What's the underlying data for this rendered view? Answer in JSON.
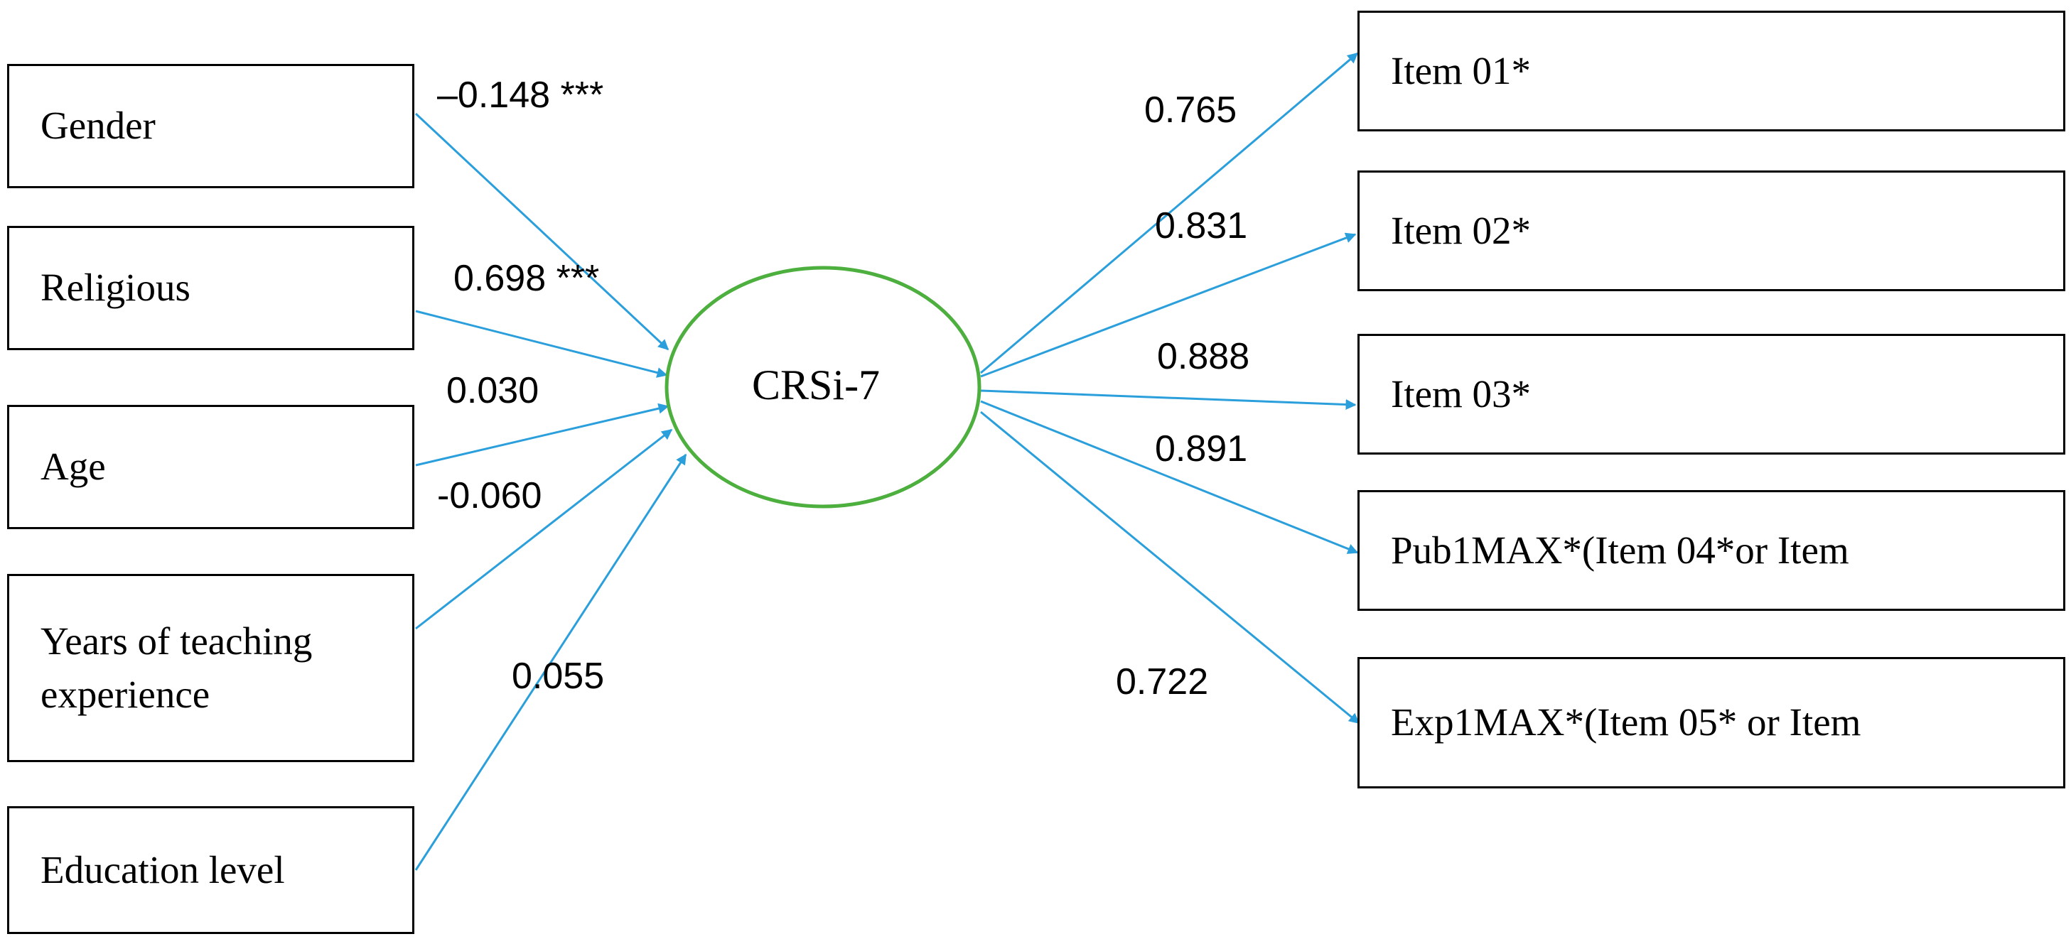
{
  "latent": {
    "label": "CRSi-7"
  },
  "predictors": [
    {
      "id": "gender",
      "label": "Gender",
      "coef": "–0.148 ***"
    },
    {
      "id": "religious",
      "label": "Religious",
      "coef": "0.698 ***"
    },
    {
      "id": "age",
      "label": "Age",
      "coef": "0.030"
    },
    {
      "id": "years",
      "label": "Years of teaching experience",
      "coef": "-0.060"
    },
    {
      "id": "education",
      "label": "Education level",
      "coef": "0.055"
    }
  ],
  "indicators": [
    {
      "id": "item01",
      "label": "Item 01*",
      "loading": "0.765"
    },
    {
      "id": "item02",
      "label": "Item 02*",
      "loading": "0.831"
    },
    {
      "id": "item03",
      "label": "Item 03*",
      "loading": "0.888"
    },
    {
      "id": "pub1max",
      "label": "Pub1MAX*(Item 04*or Item",
      "loading": "0.891"
    },
    {
      "id": "exp1max",
      "label": "Exp1MAX*(Item 05* or Item",
      "loading": "0.722"
    }
  ],
  "colors": {
    "arrow": "#2a9fdc",
    "ellipse": "#4caf3e",
    "box_border": "#000000"
  }
}
